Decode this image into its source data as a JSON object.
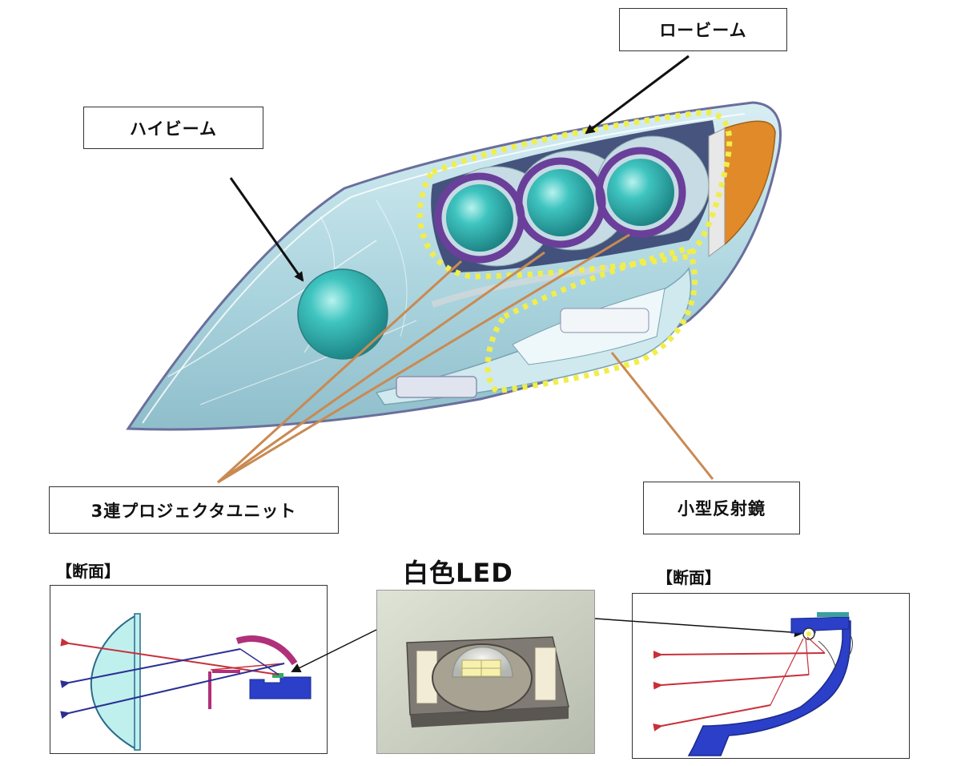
{
  "labels": {
    "low_beam": "ロービーム",
    "high_beam": "ハイビーム",
    "projector_unit": "3連プロジェクタユニット",
    "small_reflector": "小型反射鏡",
    "white_led": "白色LED",
    "cross_section_left": "【断面】",
    "cross_section_right": "【断面】"
  },
  "colors": {
    "lens_teal": "#3fc4c0",
    "housing_blue": "#b8dde6",
    "dotted_highlight": "#f0ee4a",
    "bezel_purple": "#6a3f9a",
    "arrow_black": "#111111",
    "arrow_orange": "#c98a52",
    "ray_red": "#c8303a",
    "ray_blue": "#2b2f95",
    "reflector_blue": "#2c3fc8",
    "amber": "#e08a2a"
  }
}
